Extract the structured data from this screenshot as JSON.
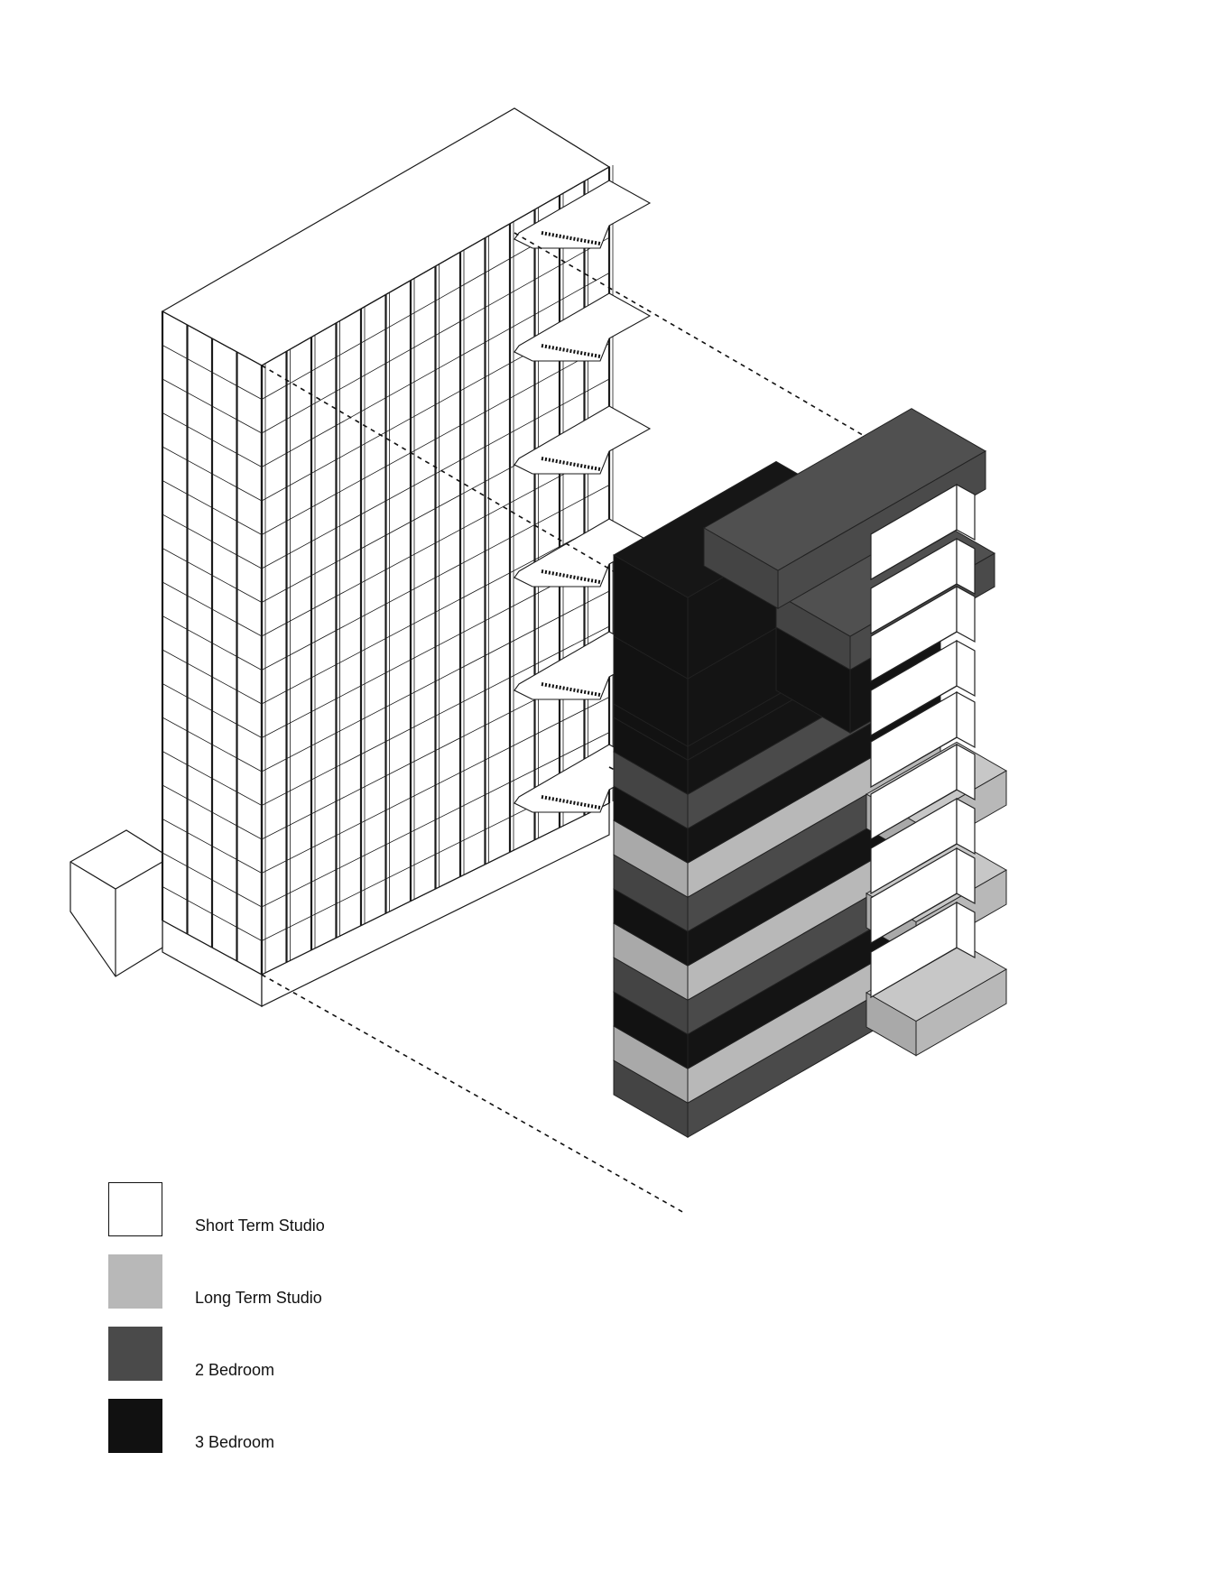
{
  "colors": {
    "short_term_studio": "#ffffff",
    "long_term_studio": "#b8b8b8",
    "two_bedroom": "#4a4a4a",
    "three_bedroom": "#141414",
    "line": "#1a1a1a"
  },
  "legend": {
    "items": [
      {
        "key": "short_term_studio",
        "label": "Short Term Studio",
        "color": "#ffffff"
      },
      {
        "key": "long_term_studio",
        "label": "Long Term Studio",
        "color": "#b8b8b8"
      },
      {
        "key": "two_bedroom",
        "label": "2 Bedroom",
        "color": "#4a4a4a"
      },
      {
        "key": "three_bedroom",
        "label": "3 Bedroom",
        "color": "#111111"
      }
    ]
  }
}
